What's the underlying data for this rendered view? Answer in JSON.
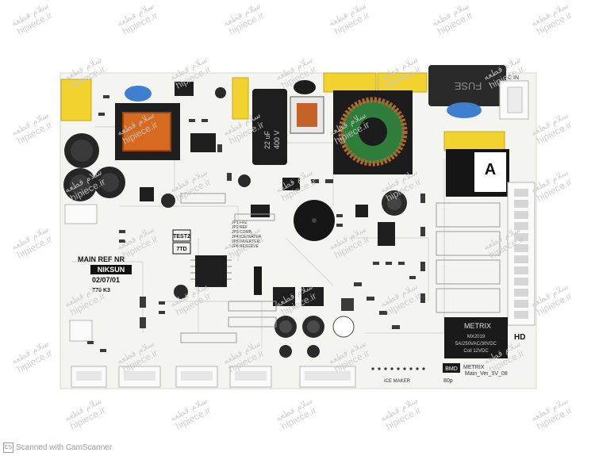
{
  "board": {
    "silk_main_ref": "MAIN REF NR",
    "brand": "NIKSUN",
    "date_code": "02/07/01",
    "model_code": "T70 K3",
    "test_label": "TEST2",
    "ttd_label": "7TD",
    "ice_maker": "ICE MAKER",
    "main_ver": "Main_Ver_5V_08",
    "fuse_label": "FUSE",
    "relay_label_a": "A",
    "relay_brand": "METRIX",
    "relay_brand_small": "METRIX",
    "relay_model": "MX2019",
    "relay_spec1": "5A/250VAC/30VDC",
    "relay_spec2": "Coil 12VDC",
    "cap_text1": "22 uF",
    "cap_text2": "400 V",
    "jumper_list": [
      "JP1 FRZ",
      "JP2 REF",
      "JP3 COMB",
      "JP4 ICE/WATER",
      "JP5 INVERTER",
      "JP6 RESERVE"
    ],
    "hd_label": "HD",
    "bmd_label": "BMD",
    "top_right_label": "C IN",
    "tail_label": "80p"
  },
  "watermark": {
    "line1": "سلام قطعه",
    "line2": "hipiece.ir"
  },
  "scanner": {
    "text": "Scanned with CamScanner",
    "icon": "cs-icon"
  }
}
